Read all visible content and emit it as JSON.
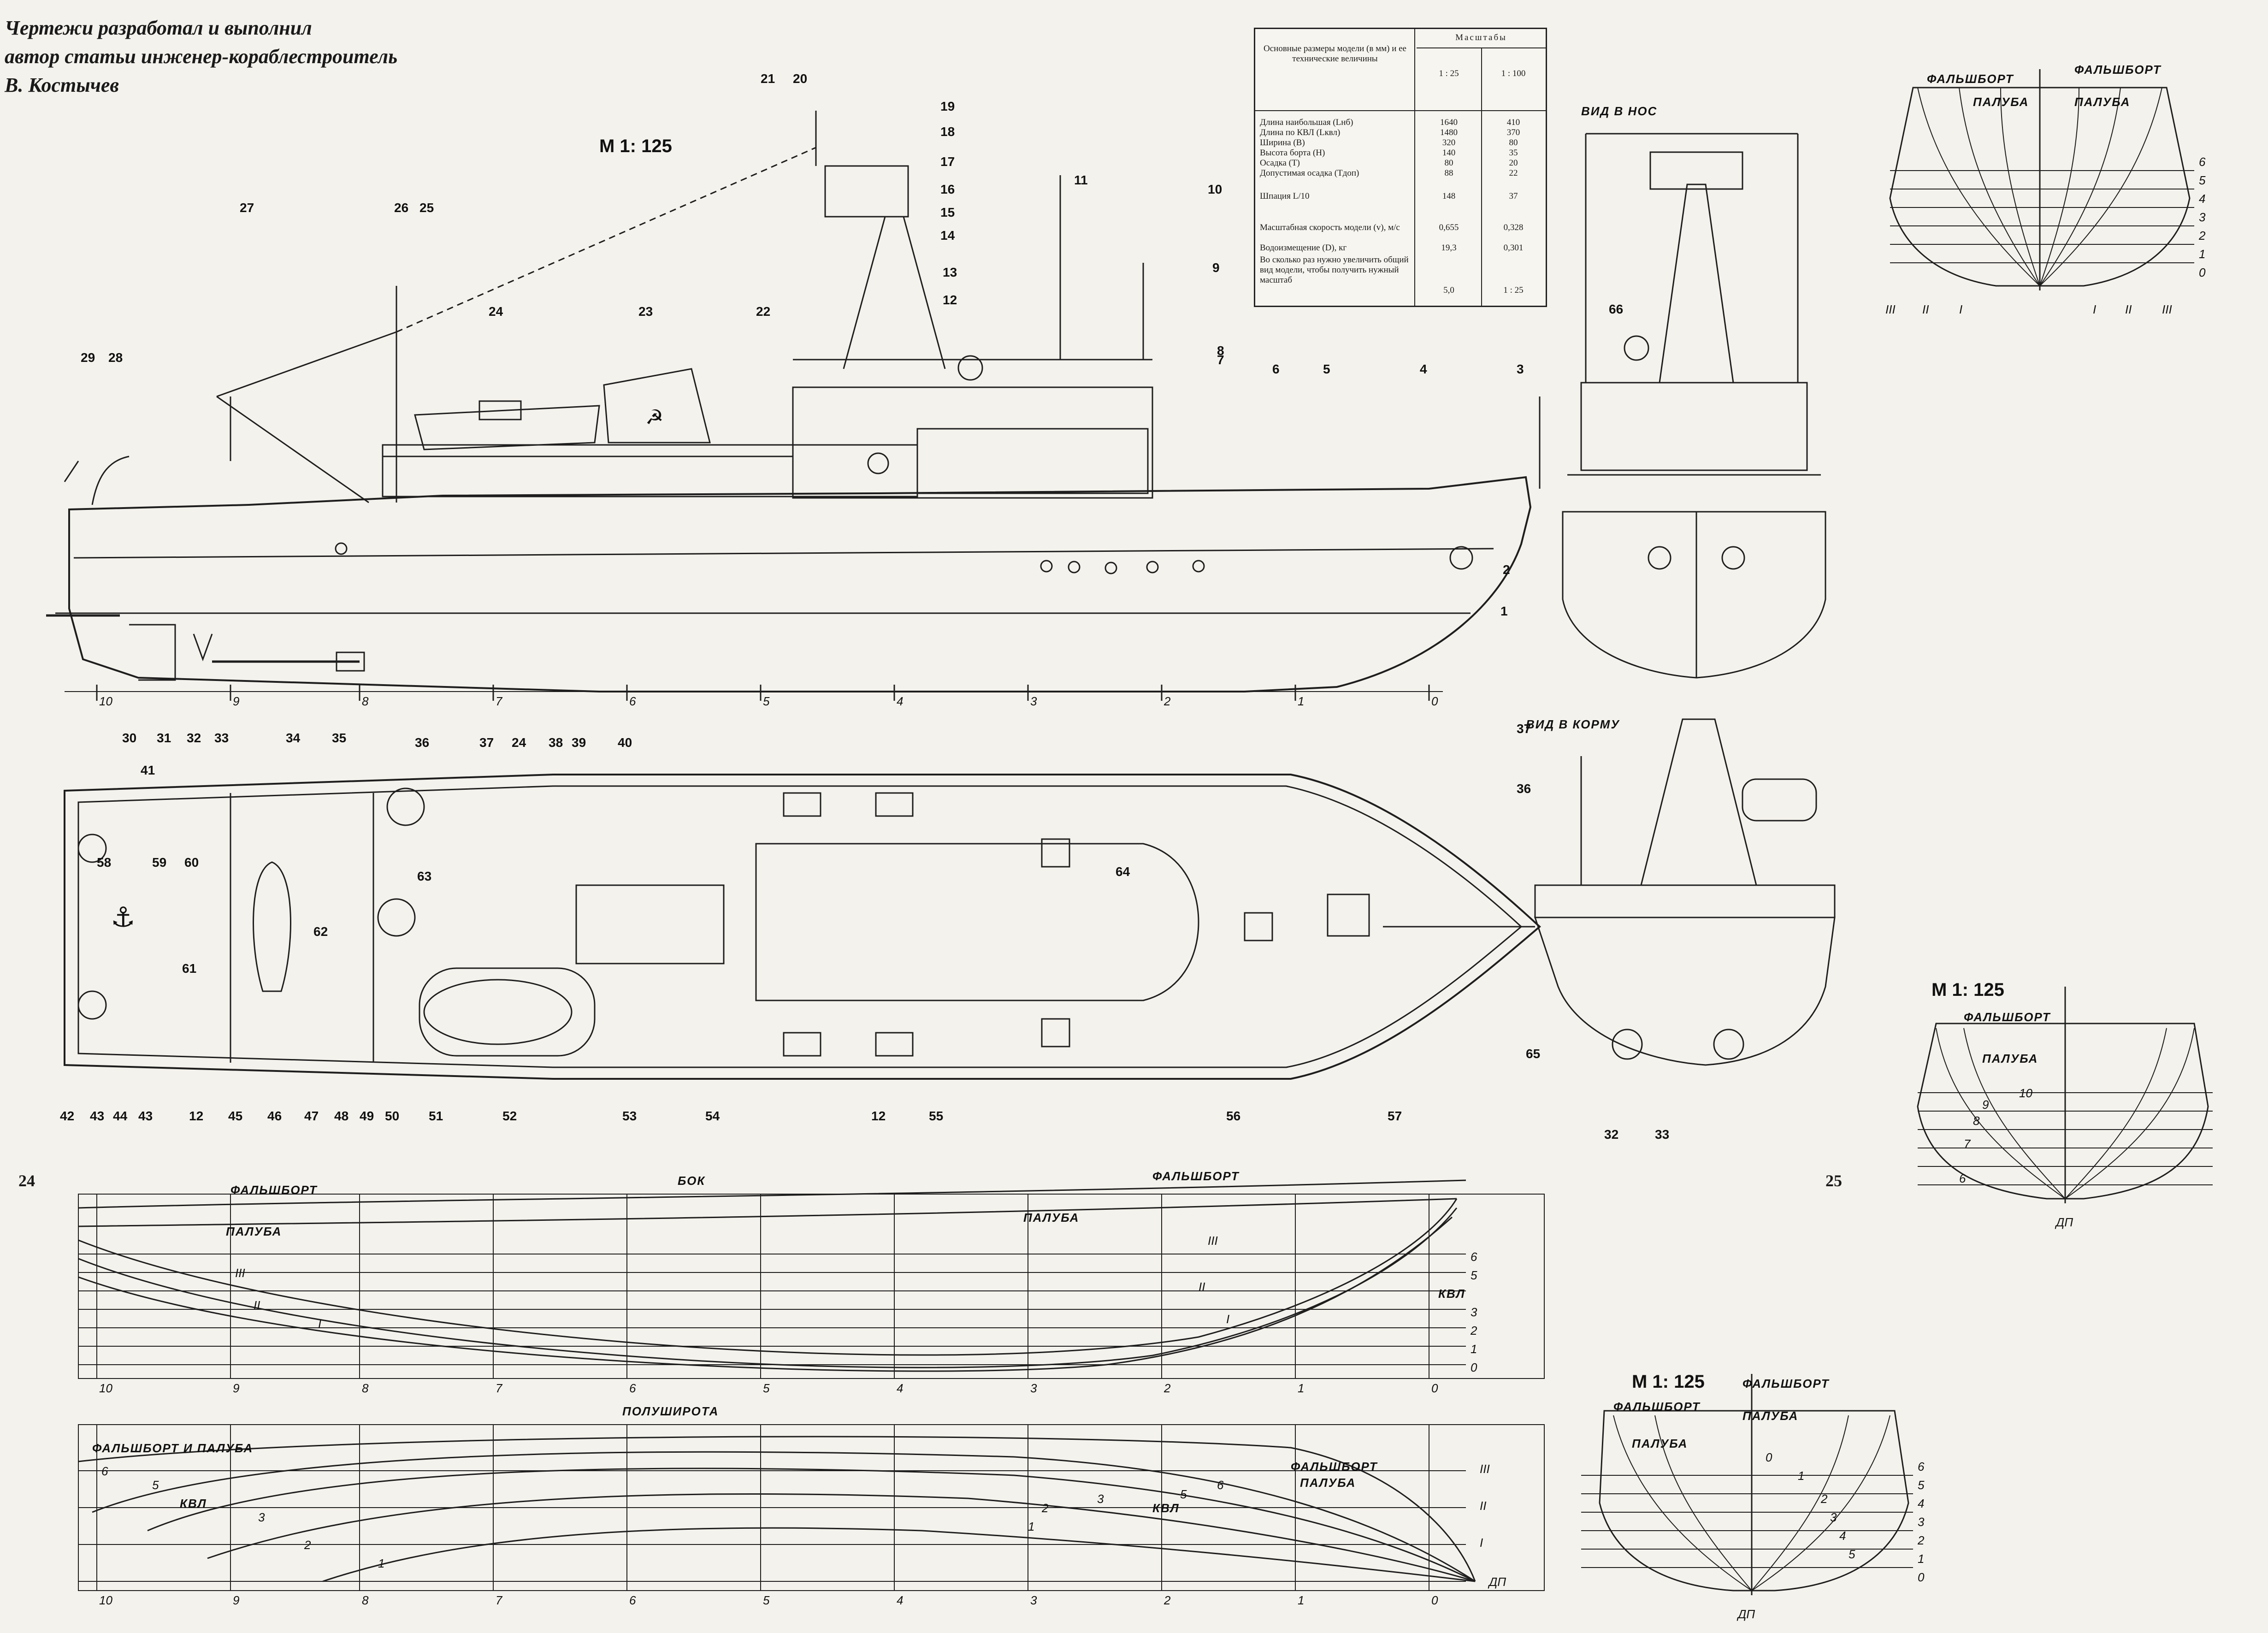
{
  "credit": {
    "line1": "Чертежи разработал и выполнил",
    "line2": "автор статьи инженер-кораблестроитель",
    "line3": "В. Костычев"
  },
  "page_numbers": {
    "left": "24",
    "right": "25"
  },
  "scale_main": "М 1: 125",
  "scale_sections_top": "М 1: 125",
  "scale_sections_bottom": "М 1: 125",
  "views": {
    "bow": "ВИД В НОС",
    "stern": "ВИД В КОРМУ",
    "side": "БОК",
    "half_breadth": "ПОЛУШИРОТА"
  },
  "terms": {
    "bulwark": "ФАЛЬШБОРТ",
    "deck": "ПАЛУБА",
    "waterline": "КВЛ",
    "bulwark_and_deck": "ФАЛЬШБОРТ И ПАЛУБА",
    "centerline": "ДП"
  },
  "table": {
    "caption": "Основные размеры модели (в мм) и ее технические величины",
    "scales_caption": "Масштабы",
    "scale_a": "1 : 25",
    "scale_b": "1 : 100",
    "rows": [
      {
        "param": "Длина наибольшая (Lнб)",
        "a": "1640",
        "b": "410"
      },
      {
        "param": "Длина по КВЛ (Lквл)",
        "a": "1480",
        "b": "370"
      },
      {
        "param": "Ширина (B)",
        "a": "320",
        "b": "80"
      },
      {
        "param": "Высота борта (H)",
        "a": "140",
        "b": "35"
      },
      {
        "param": "Осадка (T)",
        "a": "80",
        "b": "20"
      },
      {
        "param": "Допустимая осадка (Tдоп)",
        "a": "88",
        "b": "22"
      },
      {
        "param": "Шпация L/10",
        "a": "148",
        "b": "37"
      },
      {
        "param": "Масштабная скорость модели (v), м/с",
        "a": "0,655",
        "b": "0,328"
      },
      {
        "param": "Водоизмещение (D), кг",
        "a": "19,3",
        "b": "0,301"
      },
      {
        "param": "Во сколько раз нужно увеличить общий вид модели, чтобы получить нужный масштаб",
        "a": "5,0",
        "b": "1 : 25"
      }
    ]
  },
  "callouts": {
    "profile": [
      "1",
      "2",
      "3",
      "4",
      "5",
      "6",
      "7",
      "8",
      "9",
      "10",
      "11",
      "12",
      "13",
      "14",
      "15",
      "16",
      "17",
      "18",
      "19",
      "20",
      "21",
      "22",
      "23",
      "24",
      "25",
      "26",
      "27",
      "28",
      "29",
      "30",
      "31",
      "32",
      "33",
      "34",
      "35"
    ],
    "plan": [
      "36",
      "37",
      "24",
      "38",
      "39",
      "40",
      "41",
      "58",
      "59",
      "60",
      "63",
      "62",
      "64",
      "61",
      "42",
      "43",
      "44",
      "43",
      "12",
      "45",
      "46",
      "47",
      "48",
      "49",
      "50",
      "51",
      "52",
      "53",
      "54",
      "12",
      "55",
      "56",
      "57"
    ],
    "stern_view": [
      "37",
      "36",
      "65",
      "32",
      "33"
    ],
    "bow_view": [
      "66"
    ]
  },
  "stations": [
    "10",
    "9",
    "8",
    "7",
    "6",
    "5",
    "4",
    "3",
    "2",
    "1",
    "0"
  ],
  "waterlines": [
    "0",
    "1",
    "2",
    "3",
    "4",
    "5",
    "6"
  ],
  "buttocks": [
    "I",
    "II",
    "III"
  ],
  "section_numbers_bow": [
    "0",
    "1",
    "2",
    "3",
    "4",
    "5"
  ],
  "section_numbers_stern": [
    "6",
    "7",
    "8",
    "9",
    "10"
  ]
}
